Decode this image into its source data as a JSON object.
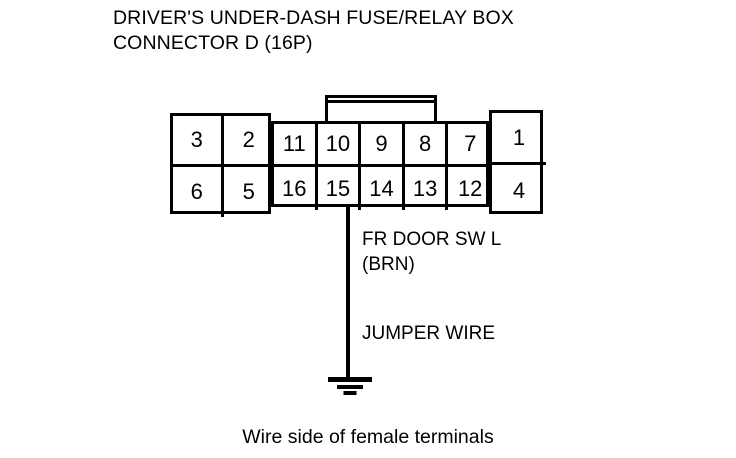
{
  "title": {
    "line1": "DRIVER'S UNDER-DASH FUSE/RELAY BOX",
    "line2": "CONNECTOR D (16P)"
  },
  "connector": {
    "name": "CONNECTOR D",
    "pin_count": "16P",
    "left_block": {
      "rows": [
        [
          "3",
          "2"
        ],
        [
          "6",
          "5"
        ]
      ]
    },
    "middle_block": {
      "rows": [
        [
          "11",
          "10",
          "9",
          "8",
          "7"
        ],
        [
          "16",
          "15",
          "14",
          "13",
          "12"
        ]
      ]
    },
    "right_block": {
      "rows": [
        [
          "1"
        ],
        [
          "4"
        ]
      ]
    }
  },
  "annotations": {
    "wire_name": "FR DOOR SW L",
    "wire_color": "(BRN)",
    "jumper": "JUMPER WIRE",
    "wire_source_pin": "15"
  },
  "caption": "Wire side of female terminals",
  "colors": {
    "stroke": "#000000",
    "background": "#ffffff"
  }
}
